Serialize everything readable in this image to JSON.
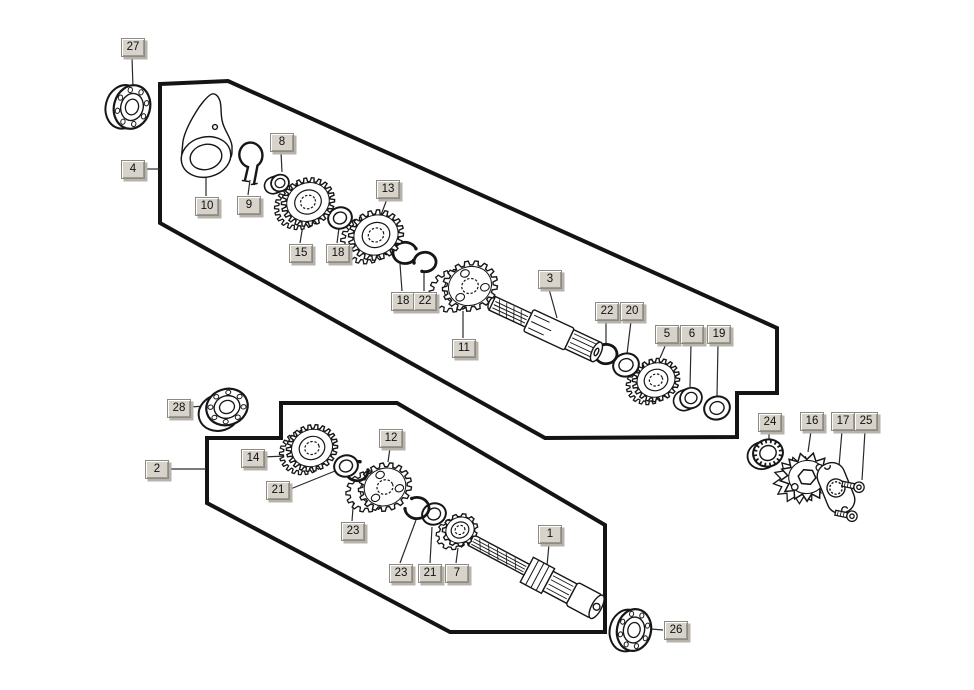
{
  "diagram": {
    "kind": "exploded-parts-diagram",
    "background": "#ffffff"
  },
  "colors": {
    "line": "#161616",
    "outline": "#141414",
    "leader": "#2a2a2a",
    "callout_bg": "#d7d3ca",
    "callout_border": "#8b8b83",
    "callout_text": "#101010",
    "callout_shadow": "#b7b3ab"
  },
  "callouts": [
    "27",
    "4",
    "10",
    "9",
    "8",
    "15",
    "18",
    "13",
    "18",
    "22",
    "11",
    "3",
    "22",
    "20",
    "5",
    "6",
    "19",
    "24",
    "16",
    "17",
    "25",
    "28",
    "2",
    "14",
    "21",
    "23",
    "12",
    "23",
    "21",
    "7",
    "1",
    "26"
  ],
  "part_shapes": {
    "1": "main-shaft",
    "2": "lower-assembly-outline",
    "3": "countershaft",
    "4": "upper-assembly-outline",
    "5": "gear",
    "6": "spacer-bushing",
    "7": "pinion-gear",
    "8": "spacer-ring",
    "9": "retaining-clip",
    "10": "selector-arm",
    "11": "cluster-gear",
    "12": "cluster-gear",
    "13": "gear",
    "14": "gear",
    "15": "gear",
    "16": "drive-sprocket",
    "17": "retainer-plate",
    "18": "thrust-washer",
    "19": "o-ring",
    "20": "thrust-washer",
    "21": "thrust-washer",
    "22": "circlip",
    "23": "circlip",
    "24": "oil-seal",
    "25": "bolt",
    "26": "ball-bearing",
    "27": "ball-bearing",
    "28": "ball-bearing"
  }
}
